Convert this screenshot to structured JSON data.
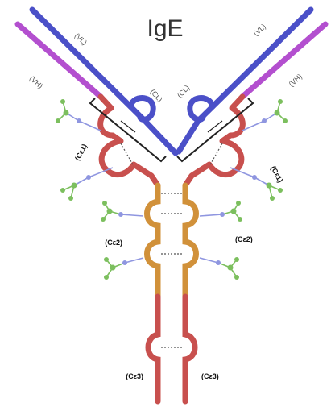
{
  "title": "IgE",
  "colors": {
    "heavy_variable": "#b34fcf",
    "light_chain": "#4b50c8",
    "heavy_constant": "#c8504e",
    "hinge_domains": "#d1913a",
    "glycan_node": "#7cbf5e",
    "glycan_link": "#8f96e0",
    "bracket": "#222222"
  },
  "labels": {
    "vl_left": "(VL)",
    "vh_left": "(VH)",
    "cl_left": "(CL)",
    "vl_right": "(VL)",
    "vh_right": "(VH)",
    "cl_right": "(CL)",
    "ce1_left": "(Cε1)",
    "ce1_right": "(Cε1)",
    "ce2_left": "(Cε2)",
    "ce2_right": "(Cε2)",
    "ce3_left": "(Cε3)",
    "ce3_right": "(Cε3)"
  }
}
